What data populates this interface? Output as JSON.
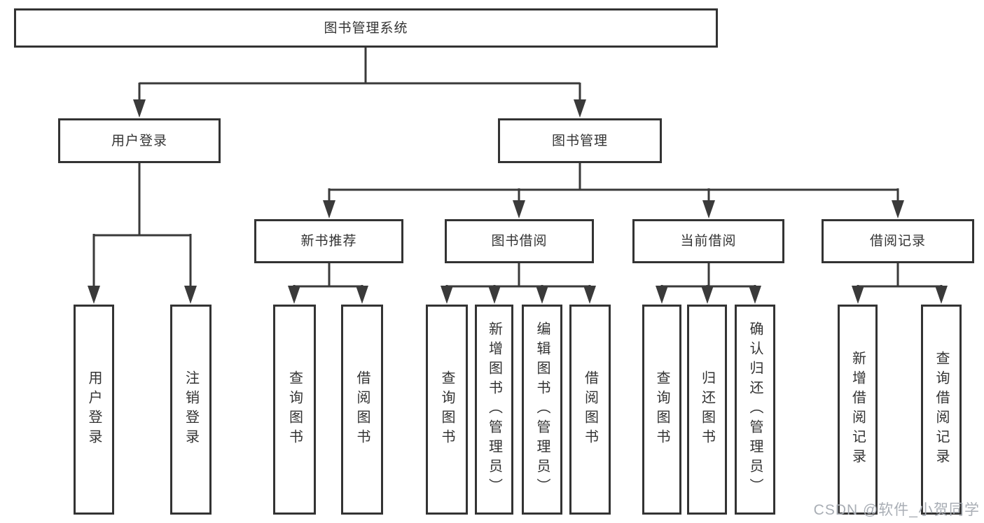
{
  "watermark": "CSDN @软件_小贺同学",
  "colors": {
    "line": "#3a3a3a",
    "border": "#333333",
    "text": "#333333",
    "background": "#ffffff",
    "watermark": "#a9aeb5"
  },
  "tree": {
    "label": "图书管理系统",
    "children": [
      {
        "label": "用户登录",
        "children": [
          {
            "label": "用户登录"
          },
          {
            "label": "注销登录"
          }
        ]
      },
      {
        "label": "图书管理",
        "children": [
          {
            "label": "新书推荐",
            "children": [
              {
                "label": "查询图书"
              },
              {
                "label": "借阅图书"
              }
            ]
          },
          {
            "label": "图书借阅",
            "children": [
              {
                "label": "查询图书"
              },
              {
                "label": "新增图书（管理员）"
              },
              {
                "label": "编辑图书（管理员）"
              },
              {
                "label": "借阅图书"
              }
            ]
          },
          {
            "label": "当前借阅",
            "children": [
              {
                "label": "查询图书"
              },
              {
                "label": "归还图书"
              },
              {
                "label": "确认归还（管理员）"
              }
            ]
          },
          {
            "label": "借阅记录",
            "children": [
              {
                "label": "新增借阅记录"
              },
              {
                "label": "查询借阅记录"
              }
            ]
          }
        ]
      }
    ]
  }
}
